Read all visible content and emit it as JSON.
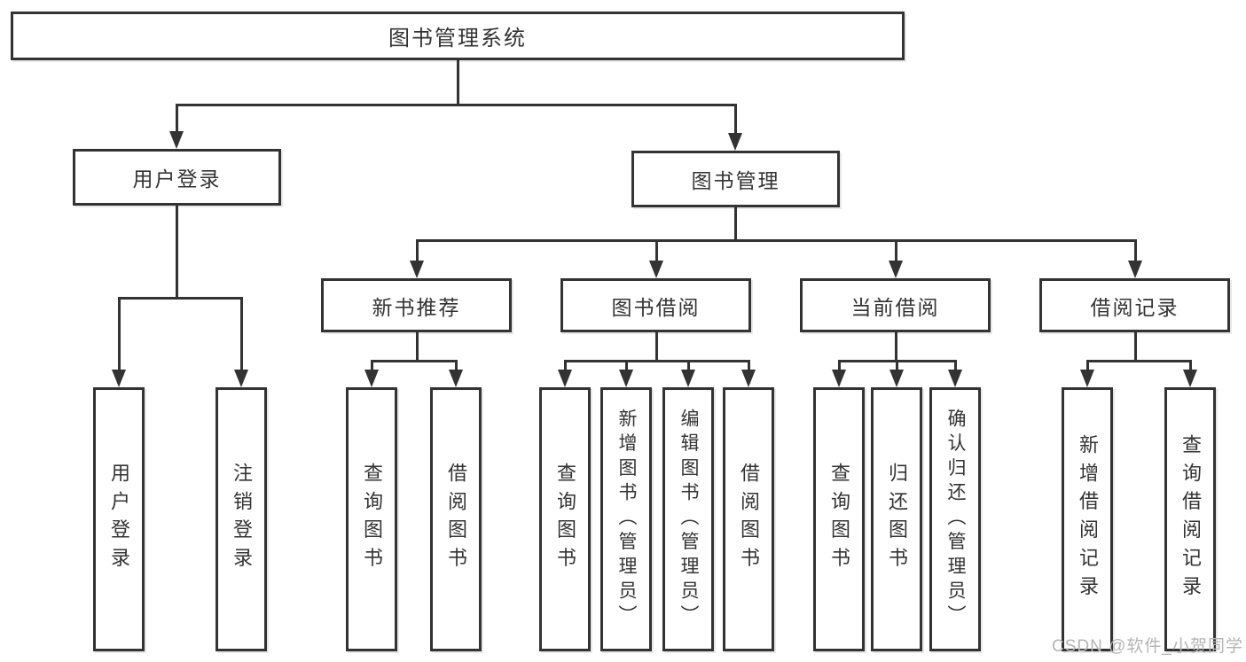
{
  "diagram": {
    "root": {
      "label": "图书管理系统"
    },
    "level2": {
      "user_login": {
        "label": "用户登录"
      },
      "book_mgmt": {
        "label": "图书管理"
      }
    },
    "level3": {
      "new_book_rec": {
        "label": "新书推荐"
      },
      "book_borrow": {
        "label": "图书借阅"
      },
      "current_borrow": {
        "label": "当前借阅"
      },
      "borrow_record": {
        "label": "借阅记录"
      }
    },
    "leaves": {
      "user_login": {
        "label": "用户登录"
      },
      "logout": {
        "label": "注销登录"
      },
      "rec_query_book": {
        "label": "查询图书"
      },
      "rec_borrow_book": {
        "label": "借阅图书"
      },
      "bb_query_book": {
        "label": "查询图书"
      },
      "bb_add_book": {
        "label": "新增图书（管理员）"
      },
      "bb_edit_book": {
        "label": "编辑图书（管理员）"
      },
      "bb_borrow_book": {
        "label": "借阅图书"
      },
      "cb_query_book": {
        "label": "查询图书"
      },
      "cb_return_book": {
        "label": "归还图书"
      },
      "cb_confirm_return": {
        "label": "确认归还（管理员）"
      },
      "br_add_record": {
        "label": "新增借阅记录"
      },
      "br_query_record": {
        "label": "查询借阅记录"
      }
    },
    "watermark": "CSDN @软件_小贺同学",
    "colors": {
      "line": "#333333",
      "text": "#333333",
      "watermark": "#b5b5b5",
      "background": "#ffffff"
    }
  }
}
